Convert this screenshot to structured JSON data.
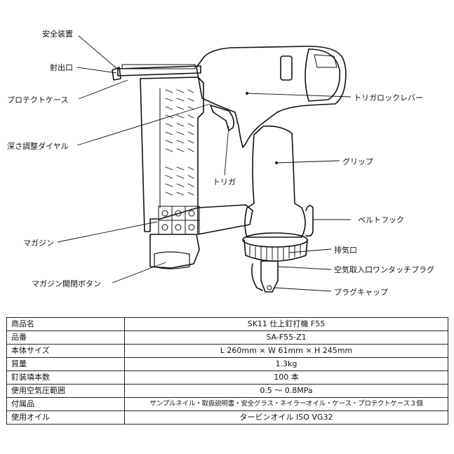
{
  "diagram": {
    "labels": {
      "safety": "安全装置",
      "muzzle": "射出口",
      "protect_case": "プロテクトケース",
      "depth_dial": "深さ調整ダイヤル",
      "trigger": "トリガ",
      "magazine": "マガジン",
      "magazine_button": "マガジン開閉ボタン",
      "trigger_lock": "トリガロックレバー",
      "grip": "グリップ",
      "belt_hook": "ベルトフック",
      "exhaust": "排気口",
      "air_plug": "空気取入口ワンタッチプラグ",
      "plug_cap": "プラグキャップ"
    }
  },
  "specs": [
    {
      "label": "商品名",
      "value": "SK11 仕上釘打機 F55"
    },
    {
      "label": "品番",
      "value": "SA-F55-Z1"
    },
    {
      "label": "本体サイズ",
      "value": "L 260mm × W 61mm × H 245mm"
    },
    {
      "label": "質量",
      "value": "1.3kg"
    },
    {
      "label": "釘装填本数",
      "value": "100 本"
    },
    {
      "label": "使用空気圧範囲",
      "value": "0.5 ～ 0.8MPa"
    },
    {
      "label": "付属品",
      "value": "サンプルネイル・取扱説明書・安全グラス・ネイラーオイル・ケース・プロテクトケース３個"
    },
    {
      "label": "使用オイル",
      "value": "タービンオイル ISO VG32"
    }
  ]
}
